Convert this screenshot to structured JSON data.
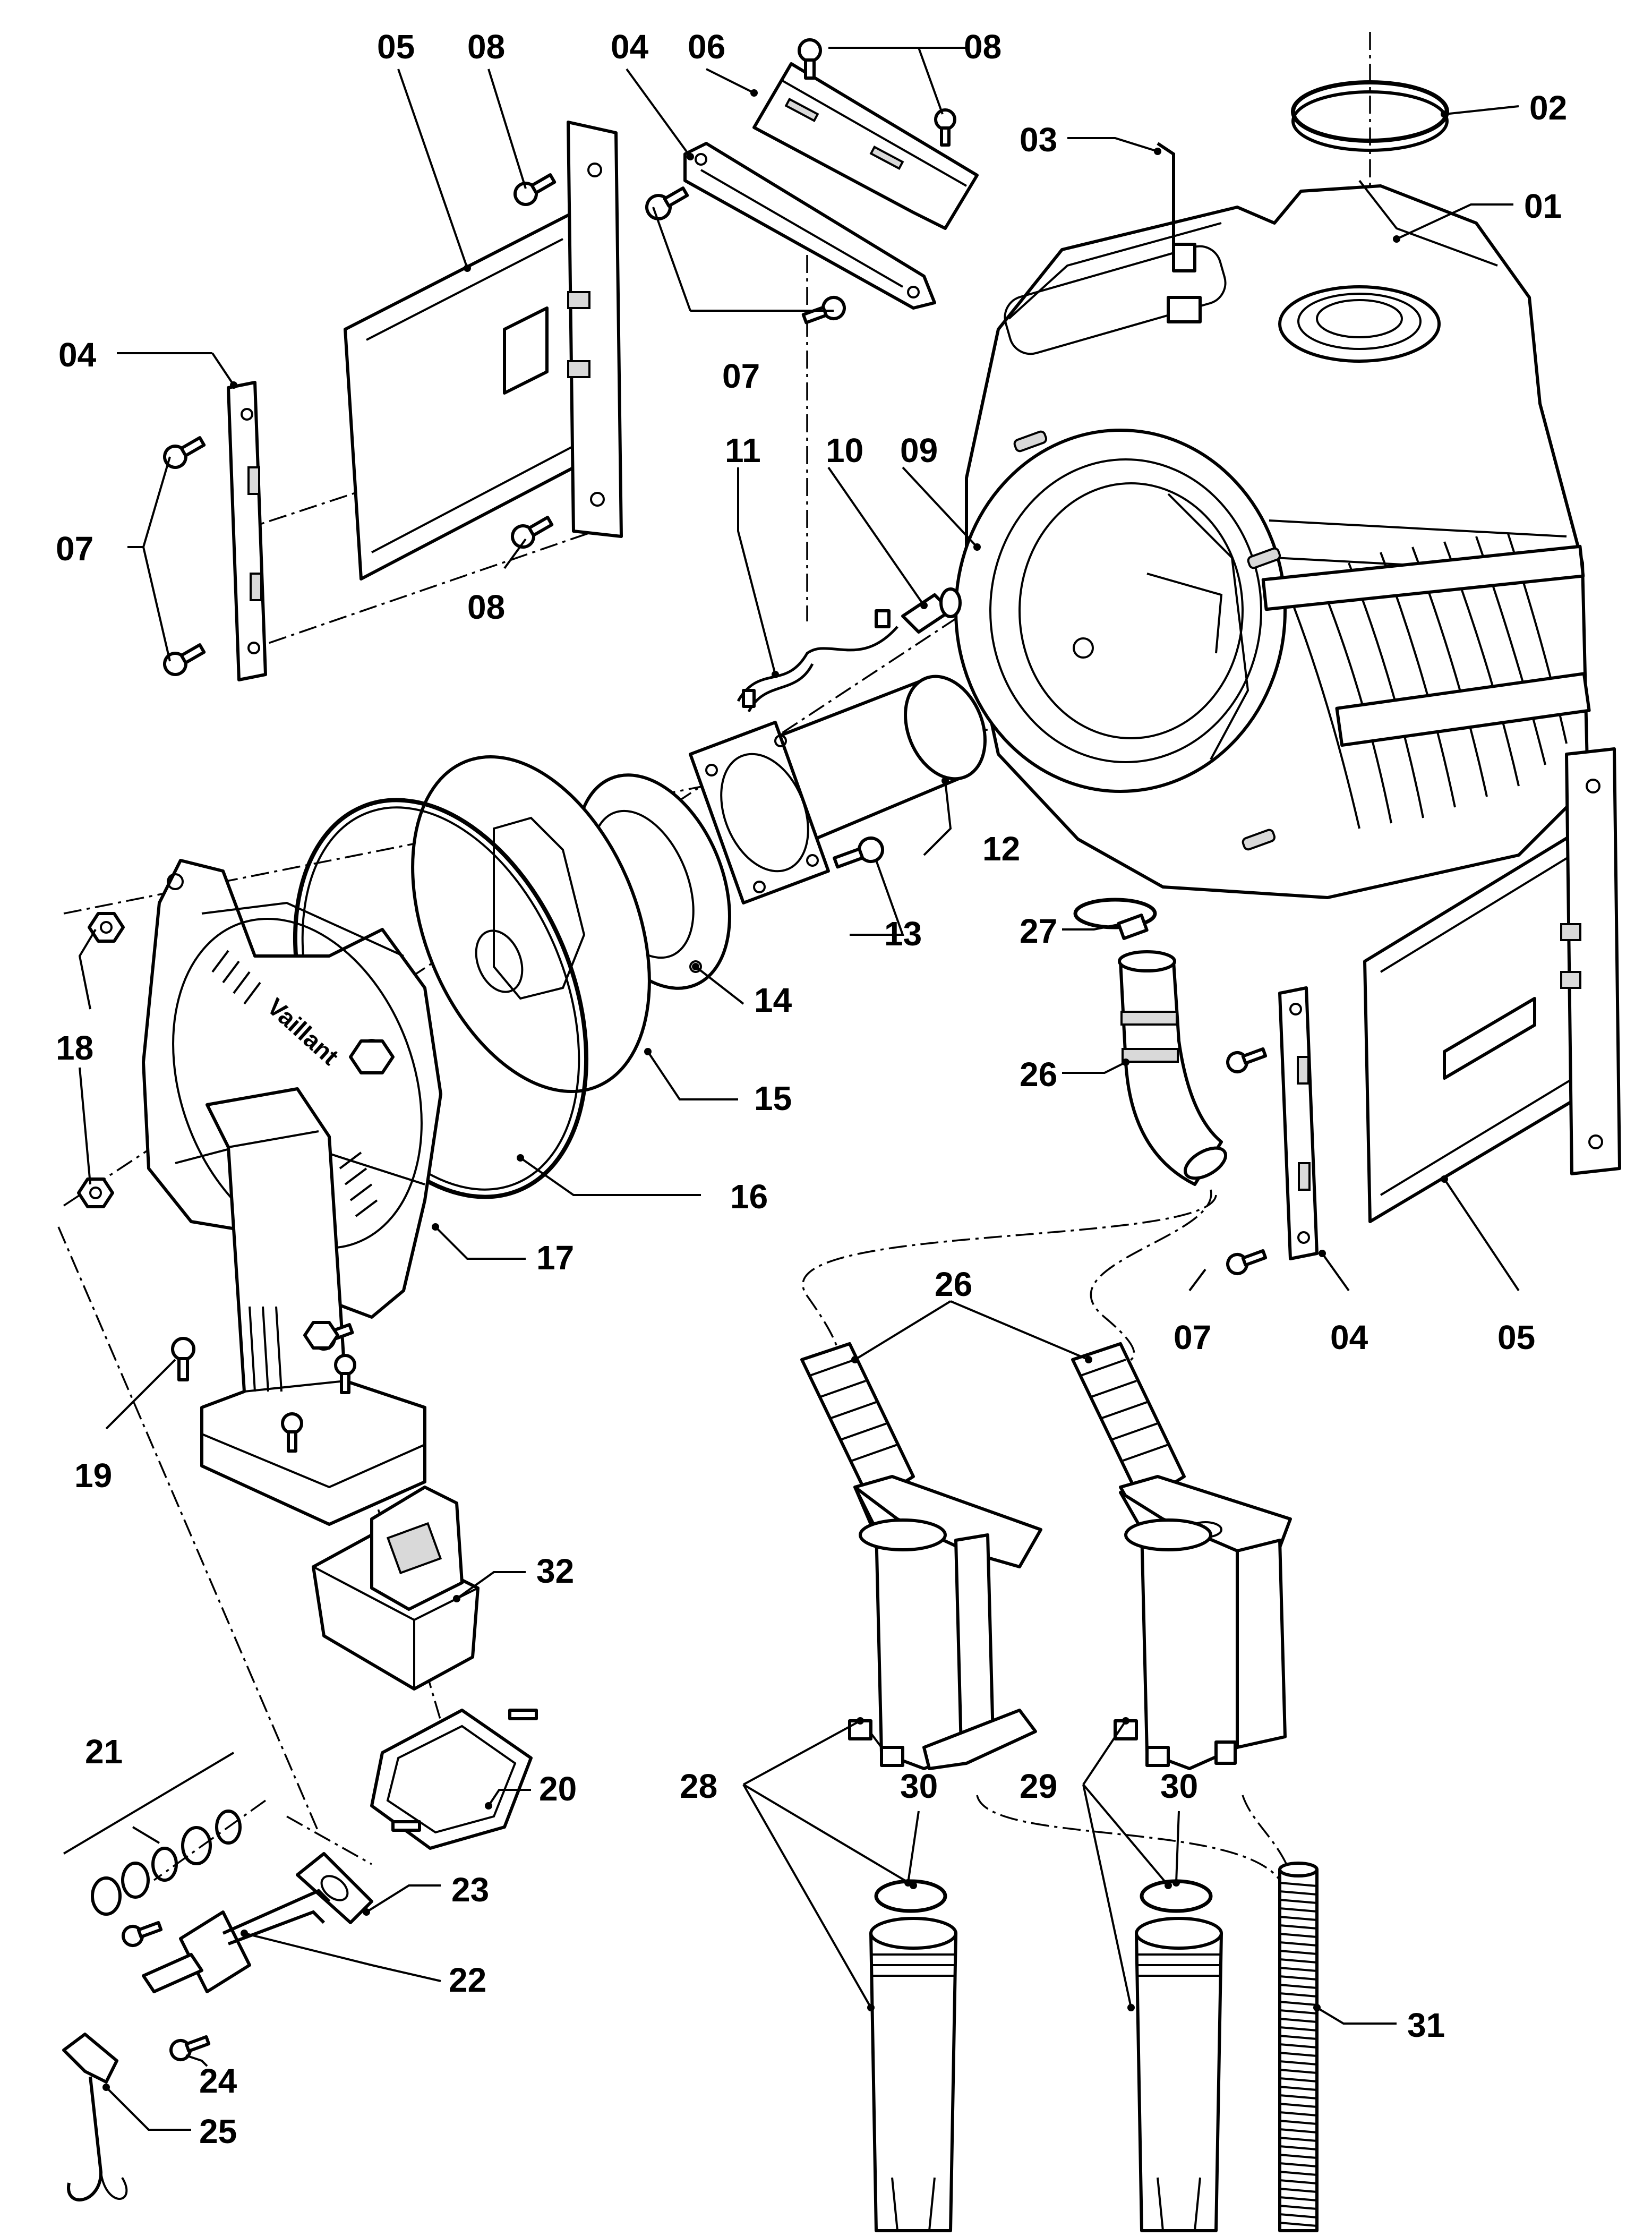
{
  "brand_text": "Vaillant",
  "callouts": [
    {
      "id": "c01",
      "text": "01"
    },
    {
      "id": "c02",
      "text": "02"
    },
    {
      "id": "c03",
      "text": "03"
    },
    {
      "id": "c04a",
      "text": "04"
    },
    {
      "id": "c04b",
      "text": "04"
    },
    {
      "id": "c04c",
      "text": "04"
    },
    {
      "id": "c05a",
      "text": "05"
    },
    {
      "id": "c05b",
      "text": "05"
    },
    {
      "id": "c06",
      "text": "06"
    },
    {
      "id": "c07a",
      "text": "07"
    },
    {
      "id": "c07b",
      "text": "07"
    },
    {
      "id": "c07c",
      "text": "07"
    },
    {
      "id": "c08a",
      "text": "08"
    },
    {
      "id": "c08b",
      "text": "08"
    },
    {
      "id": "c08c",
      "text": "08"
    },
    {
      "id": "c09",
      "text": "09"
    },
    {
      "id": "c10",
      "text": "10"
    },
    {
      "id": "c11",
      "text": "11"
    },
    {
      "id": "c12",
      "text": "12"
    },
    {
      "id": "c13",
      "text": "13"
    },
    {
      "id": "c14",
      "text": "14"
    },
    {
      "id": "c15",
      "text": "15"
    },
    {
      "id": "c16",
      "text": "16"
    },
    {
      "id": "c17",
      "text": "17"
    },
    {
      "id": "c18",
      "text": "18"
    },
    {
      "id": "c19",
      "text": "19"
    },
    {
      "id": "c20",
      "text": "20"
    },
    {
      "id": "c21",
      "text": "21"
    },
    {
      "id": "c22",
      "text": "22"
    },
    {
      "id": "c23",
      "text": "23"
    },
    {
      "id": "c24",
      "text": "24"
    },
    {
      "id": "c25",
      "text": "25"
    },
    {
      "id": "c26a",
      "text": "26"
    },
    {
      "id": "c26b",
      "text": "26"
    },
    {
      "id": "c27",
      "text": "27"
    },
    {
      "id": "c28",
      "text": "28"
    },
    {
      "id": "c29",
      "text": "29"
    },
    {
      "id": "c30a",
      "text": "30"
    },
    {
      "id": "c30b",
      "text": "30"
    },
    {
      "id": "c31",
      "text": "31"
    },
    {
      "id": "c32",
      "text": "32"
    }
  ]
}
